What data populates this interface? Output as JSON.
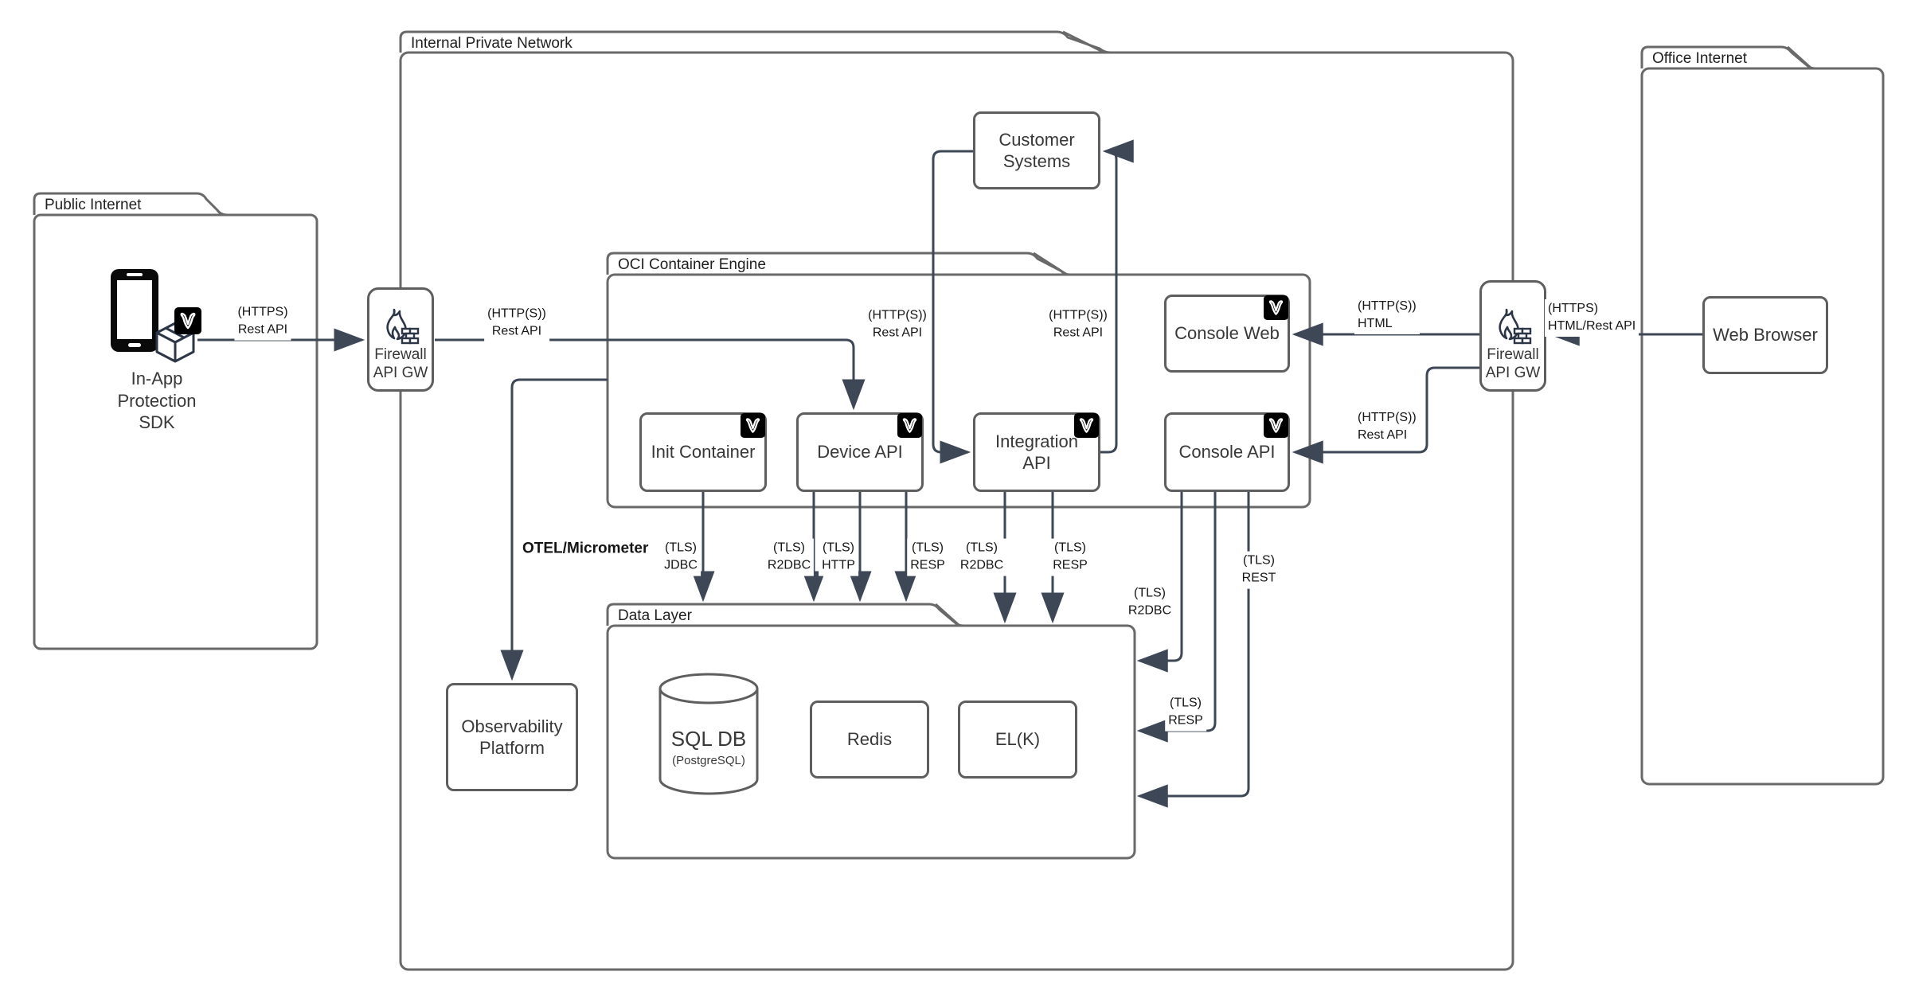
{
  "containers": {
    "public_internet": {
      "label": "Public Internet"
    },
    "internal_private_network": {
      "label": "Internal Private Network"
    },
    "oci_container_engine": {
      "label": "OCI Container Engine"
    },
    "data_layer": {
      "label": "Data Layer"
    },
    "office_internet": {
      "label": "Office Internet"
    }
  },
  "nodes": {
    "in_app_sdk": {
      "label": "In-App\nProtection\nSDK"
    },
    "firewall_left": {
      "label": "Firewall\nAPI GW"
    },
    "firewall_right": {
      "label": "Firewall\nAPI GW"
    },
    "customer_systems": {
      "label": "Customer\nSystems"
    },
    "console_web": {
      "label": "Console Web"
    },
    "console_api": {
      "label": "Console API"
    },
    "integration_api": {
      "label": "Integration\nAPI"
    },
    "device_api": {
      "label": "Device API"
    },
    "init_container": {
      "label": "Init Container"
    },
    "observability": {
      "label": "Observability\nPlatform"
    },
    "sql_db": {
      "label": "SQL DB",
      "sublabel": "(PostgreSQL)"
    },
    "redis": {
      "label": "Redis"
    },
    "elk": {
      "label": "EL(K)"
    },
    "web_browser": {
      "label": "Web Browser"
    }
  },
  "edges": {
    "sdk_to_fw1": {
      "label": "(HTTPS)\nRest API"
    },
    "fw1_to_device": {
      "label": "(HTTP(S))\nRest API"
    },
    "customer_to_integration": {
      "label": "(HTTP(S))\nRest API"
    },
    "integration_to_customer": {
      "label": "(HTTP(S))\nRest API"
    },
    "fw2_to_console_web": {
      "label": "(HTTP(S))\nHTML"
    },
    "browser_to_fw2": {
      "label": "(HTTPS)\nHTML/Rest API"
    },
    "fw2_to_console_api": {
      "label": "(HTTP(S))\nRest API"
    },
    "init_jdbc": {
      "label": "(TLS)\nJDBC"
    },
    "device_r2dbc": {
      "label": "(TLS)\nR2DBC"
    },
    "device_http": {
      "label": "(TLS)\nHTTP"
    },
    "device_resp": {
      "label": "(TLS)\nRESP"
    },
    "integration_r2dbc": {
      "label": "(TLS)\nR2DBC"
    },
    "integration_resp": {
      "label": "(TLS)\nRESP"
    },
    "console_r2dbc": {
      "label": "(TLS)\nR2DBC"
    },
    "console_resp": {
      "label": "(TLS)\nRESP"
    },
    "console_rest": {
      "label": "(TLS)\nREST"
    },
    "otel": {
      "label": "OTEL/Micrometer"
    }
  },
  "colors": {
    "edge": "#3e4756",
    "container_border": "#696969",
    "node_border": "#5e5e5e",
    "badge_background": "#000000",
    "text": "#383838"
  }
}
